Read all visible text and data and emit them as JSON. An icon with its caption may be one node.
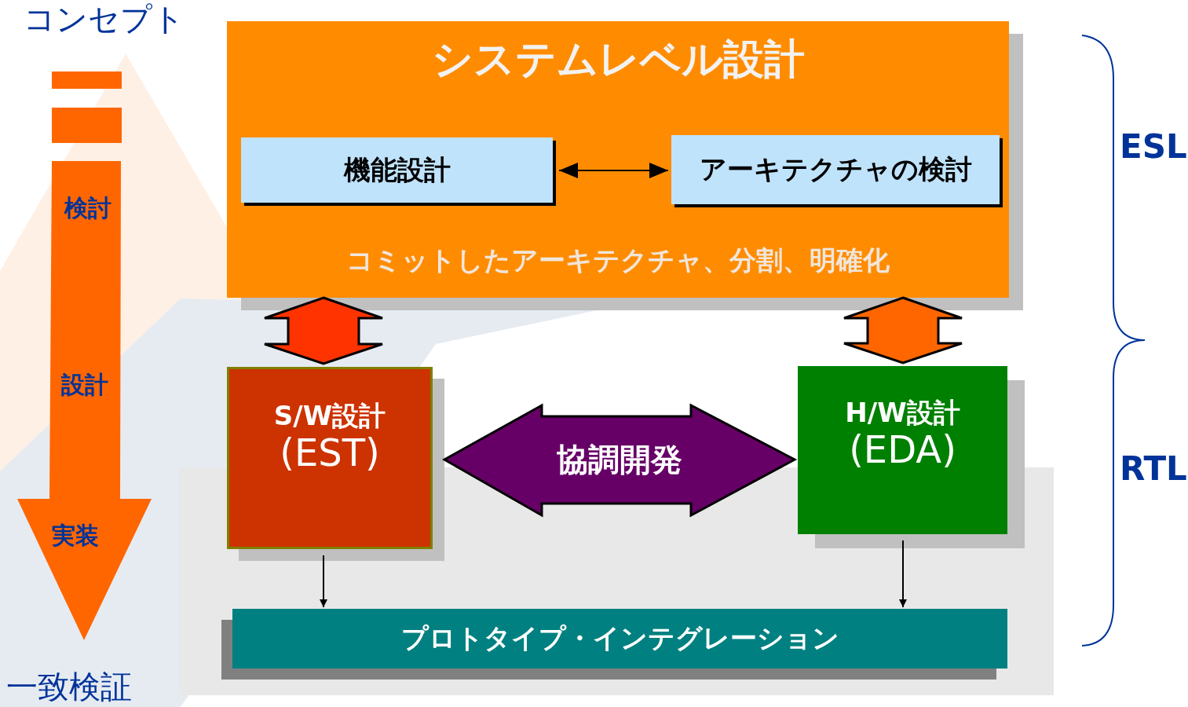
{
  "diagram": {
    "nodes": [
      {
        "text": [
          "システムレベル設計",
          "コミットしたアーキテクチャ、分割、明確化"
        ]
      },
      {
        "text": [
          "機能設計"
        ],
        "in": 0
      },
      {
        "text": [
          "アーキテクチャの検討"
        ],
        "in": 0
      },
      {
        "text": [
          "S/W設計",
          "(EST)"
        ]
      },
      {
        "text": [
          "H/W設計",
          "(EDA)"
        ]
      },
      {
        "text": [
          "プロトタイプ・インテグレーション"
        ]
      }
    ],
    "edges": [
      {
        "from": 1,
        "to": 2,
        "arrow": "both"
      },
      {
        "from": 0,
        "to": 3,
        "arrow": "both",
        "style": "thick",
        "color": "#ff3300"
      },
      {
        "from": 0,
        "to": 4,
        "arrow": "both",
        "style": "thick",
        "color": "#ff6600"
      },
      {
        "from": 3,
        "to": 4,
        "arrow": "both",
        "label": "協調開発",
        "style": "thick",
        "color": "#660066"
      },
      {
        "from": 3,
        "to": 5,
        "arrow": "to"
      },
      {
        "from": 4,
        "to": 5,
        "arrow": "to"
      }
    ],
    "labels": [
      "コンセプト",
      "検討",
      "設計",
      "実装",
      "一致検証",
      "ESL",
      "RTL"
    ]
  }
}
